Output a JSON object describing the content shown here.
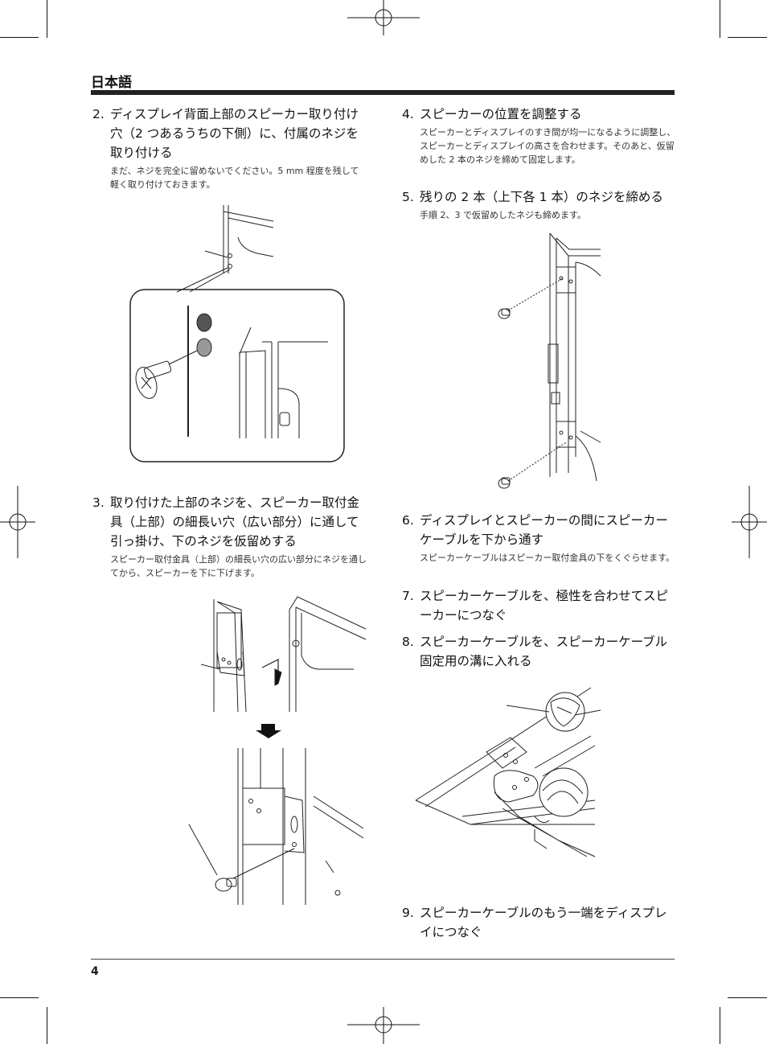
{
  "header": {
    "title": "日本語"
  },
  "steps": {
    "s2": {
      "num": "2.",
      "title": "ディスプレイ背面上部のスピーカー取り付け穴（2 つあるうちの下側）に、付属のネジを取り付ける",
      "body": "まだ、ネジを完全に留めないでください。5 mm 程度を残して軽く取り付けておきます。"
    },
    "s3": {
      "num": "3.",
      "title": "取り付けた上部のネジを、スピーカー取付金具（上部）の細長い穴（広い部分）に通して引っ掛け、下のネジを仮留めする",
      "body": "スピーカー取付金具（上部）の細長い穴の広い部分にネジを通してから、スピーカーを下に下げます。"
    },
    "s4": {
      "num": "4.",
      "title": "スピーカーの位置を調整する",
      "body": "スピーカーとディスプレイのすき間が均一になるように調整し、スピーカーとディスプレイの高さを合わせます。そのあと、仮留めした 2 本のネジを締めて固定します。"
    },
    "s5": {
      "num": "5.",
      "title": "残りの 2 本（上下各 1 本）のネジを締める",
      "body": "手順 2、3 で仮留めしたネジも締めます。"
    },
    "s6": {
      "num": "6.",
      "title": "ディスプレイとスピーカーの間にスピーカーケーブルを下から通す",
      "body": "スピーカーケーブルはスピーカー取付金具の下をくぐらせます。"
    },
    "s7": {
      "num": "7.",
      "title": "スピーカーケーブルを、極性を合わせてスピーカーにつなぐ"
    },
    "s8": {
      "num": "8.",
      "title": "スピーカーケーブルを、スピーカーケーブル固定用の溝に入れる"
    },
    "s9": {
      "num": "9.",
      "title": "スピーカーケーブルのもう一端をディスプレイにつなぐ"
    }
  },
  "footer": {
    "page_number": "4"
  }
}
